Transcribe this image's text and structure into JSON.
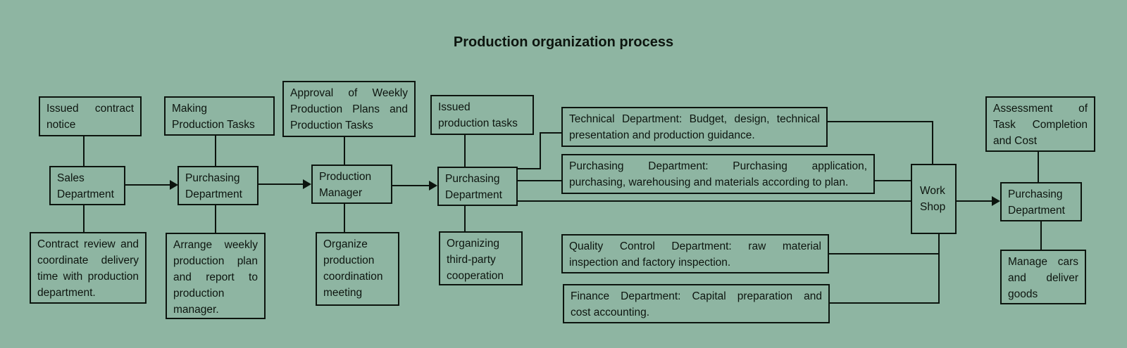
{
  "title": "Production organization process",
  "colors": {
    "background": "#8eb5a2",
    "line": "#0c140e",
    "text": "#0d150f"
  },
  "nodes": {
    "issued_contract": {
      "lines": [
        "Issued contract",
        "notice"
      ]
    },
    "making_tasks": {
      "lines": [
        "Making",
        "Production Tasks"
      ]
    },
    "approval_weekly": {
      "lines": [
        "Approval of Weekly",
        "Production Plans and",
        "Production Tasks"
      ]
    },
    "issued_production": {
      "lines": [
        "Issued",
        "production tasks"
      ]
    },
    "sales_department": {
      "lines": [
        "Sales",
        "Department"
      ]
    },
    "purchasing_department_1": {
      "lines": [
        "Purchasing",
        "Department"
      ]
    },
    "production_manager": {
      "lines": [
        "Production",
        "Manager"
      ]
    },
    "purchasing_department_2": {
      "lines": [
        "Purchasing",
        "Department"
      ]
    },
    "contract_review": {
      "lines": [
        "Contract review and",
        "coordinate delivery",
        "time with production",
        "department."
      ]
    },
    "arrange_weekly": {
      "lines": [
        "Arrange weekly",
        "production plan",
        "and report to",
        "production",
        "manager."
      ]
    },
    "organize_meeting": {
      "lines": [
        "Organize",
        "production",
        "coordination",
        "meeting"
      ]
    },
    "third_party": {
      "lines": [
        "Organizing",
        "third-party",
        "cooperation"
      ]
    },
    "technical_department": {
      "lines": [
        "Technical Department: Budget, design, technical",
        "presentation and production guidance."
      ]
    },
    "purchasing_application": {
      "lines": [
        "Purchasing Department: Purchasing application,",
        "purchasing, warehousing and materials according to plan."
      ]
    },
    "quality_control": {
      "lines": [
        "Quality Control Department: raw material",
        "inspection and factory inspection."
      ]
    },
    "finance_department": {
      "lines": [
        "Finance Department: Capital preparation and",
        "cost accounting."
      ]
    },
    "work_shop": {
      "lines": [
        "Work",
        "Shop"
      ]
    },
    "assessment": {
      "lines": [
        "Assessment of",
        "Task Completion",
        "and Cost"
      ]
    },
    "purchasing_department_3": {
      "lines": [
        "Purchasing",
        "Department"
      ]
    },
    "manage_cars": {
      "lines": [
        "Manage cars",
        "and deliver",
        "goods"
      ]
    }
  }
}
